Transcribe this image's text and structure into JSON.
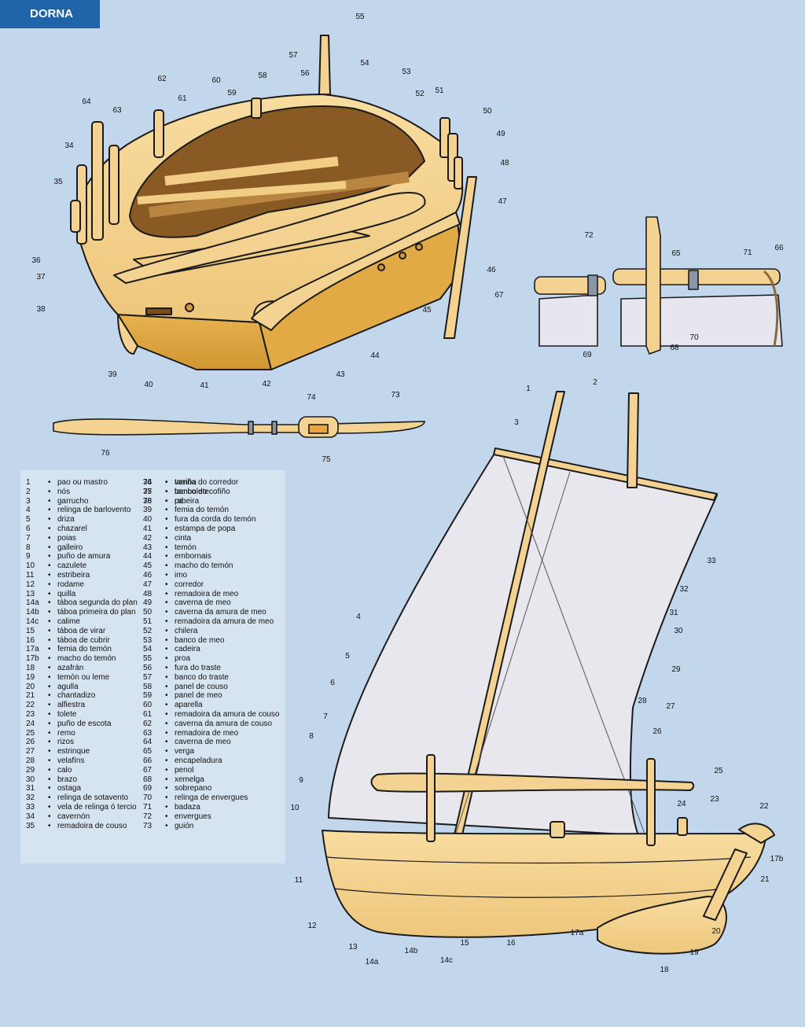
{
  "title": "DORNA",
  "legend": [
    [
      "1",
      "pao ou mastro"
    ],
    [
      "2",
      "nós"
    ],
    [
      "3",
      "garrucho"
    ],
    [
      "4",
      "relinga de barlovento"
    ],
    [
      "5",
      "driza"
    ],
    [
      "6",
      "chazarel"
    ],
    [
      "7",
      "poias"
    ],
    [
      "8",
      "galleiro"
    ],
    [
      "9",
      "puño de amura"
    ],
    [
      "10",
      "cazulete"
    ],
    [
      "11",
      "estribeira"
    ],
    [
      "12",
      "rodame"
    ],
    [
      "13",
      "quilla"
    ],
    [
      "14a",
      "táboa segunda do plan"
    ],
    [
      "14b",
      "táboa primeira do plan"
    ],
    [
      "14c",
      "calime"
    ],
    [
      "15",
      "táboa de virar"
    ],
    [
      "16",
      "táboa de cubrir"
    ],
    [
      "17a",
      "femia do temón"
    ],
    [
      "17b",
      "macho do temón"
    ],
    [
      "18",
      "azafrán"
    ],
    [
      "19",
      "temón ou leme"
    ],
    [
      "20",
      "agulla"
    ],
    [
      "21",
      "chantadizo"
    ],
    [
      "22",
      "alfiestra"
    ],
    [
      "23",
      "tolete"
    ],
    [
      "24",
      "puño de escota"
    ],
    [
      "25",
      "remo"
    ],
    [
      "26",
      "rizos"
    ],
    [
      "27",
      "estrinque"
    ],
    [
      "28",
      "velafíns"
    ],
    [
      "29",
      "calo"
    ],
    [
      "30",
      "brazo"
    ],
    [
      "31",
      "ostaga"
    ],
    [
      "32",
      "relinga de sotavento"
    ],
    [
      "33",
      "vela de relinga ó tercio"
    ],
    [
      "34",
      "cavernón"
    ],
    [
      "35",
      "remadoira de couso"
    ],
    [
      "36",
      "variña do corredor"
    ],
    [
      "37",
      "banco do cofiño"
    ],
    [
      "38",
      "rabeira"
    ],
    [
      "39",
      "femia do temón"
    ],
    [
      "40",
      "fura da corda do temón"
    ],
    [
      "41",
      "estampa de popa"
    ],
    [
      "42",
      "cinta"
    ],
    [
      "43",
      "temón"
    ],
    [
      "44",
      "embornais"
    ],
    [
      "45",
      "macho do temón"
    ],
    [
      "46",
      "imo"
    ],
    [
      "47",
      "corredor"
    ],
    [
      "48",
      "remadoira de meo"
    ],
    [
      "49",
      "caverna de meo"
    ],
    [
      "50",
      "caverna da amura de meo"
    ],
    [
      "51",
      "remadoira da amura de meo"
    ],
    [
      "52",
      "chilera"
    ],
    [
      "53",
      "banco de meo"
    ],
    [
      "54",
      "cadeira"
    ],
    [
      "55",
      "proa"
    ],
    [
      "56",
      "fura do traste"
    ],
    [
      "57",
      "banco do traste"
    ],
    [
      "58",
      "panel de couso"
    ],
    [
      "59",
      "panel de meo"
    ],
    [
      "60",
      "aparella"
    ],
    [
      "61",
      "remadoira da amura de couso"
    ],
    [
      "62",
      "caverna da amura de couso"
    ],
    [
      "63",
      "remadoira de meo"
    ],
    [
      "64",
      "caverna de meo"
    ],
    [
      "65",
      "verga"
    ],
    [
      "66",
      "encapeladura"
    ],
    [
      "67",
      "penol"
    ],
    [
      "68",
      "xemelga"
    ],
    [
      "69",
      "sobrepano"
    ],
    [
      "70",
      "relinga de envergues"
    ],
    [
      "71",
      "badaza"
    ],
    [
      "72",
      "envergues"
    ],
    [
      "73",
      "guión"
    ],
    [
      "74",
      "tamba"
    ],
    [
      "75",
      "tambolete"
    ],
    [
      "76",
      "pa"
    ]
  ],
  "callouts": [
    [
      "55",
      458,
      24
    ],
    [
      "57",
      373,
      73
    ],
    [
      "56",
      388,
      96
    ],
    [
      "54",
      464,
      83
    ],
    [
      "53",
      517,
      94
    ],
    [
      "58",
      334,
      99
    ],
    [
      "60",
      275,
      105
    ],
    [
      "59",
      295,
      121
    ],
    [
      "62",
      206,
      103
    ],
    [
      "61",
      232,
      128
    ],
    [
      "52",
      534,
      122
    ],
    [
      "51",
      559,
      118
    ],
    [
      "50",
      620,
      144
    ],
    [
      "64",
      110,
      132
    ],
    [
      "63",
      149,
      143
    ],
    [
      "49",
      637,
      173
    ],
    [
      "48",
      642,
      210
    ],
    [
      "34",
      88,
      188
    ],
    [
      "47",
      639,
      259
    ],
    [
      "35",
      74,
      234
    ],
    [
      "46",
      625,
      346
    ],
    [
      "36",
      46,
      334
    ],
    [
      "37",
      52,
      355
    ],
    [
      "45",
      543,
      397
    ],
    [
      "38",
      52,
      396
    ],
    [
      "44",
      477,
      455
    ],
    [
      "43",
      433,
      479
    ],
    [
      "39",
      143,
      479
    ],
    [
      "40",
      189,
      492
    ],
    [
      "41",
      260,
      493
    ],
    [
      "42",
      339,
      491
    ],
    [
      "72",
      749,
      302
    ],
    [
      "65",
      860,
      325
    ],
    [
      "71",
      951,
      324
    ],
    [
      "66",
      991,
      318
    ],
    [
      "67",
      635,
      378
    ],
    [
      "68",
      858,
      445
    ],
    [
      "70",
      883,
      432
    ],
    [
      "69",
      747,
      454
    ],
    [
      "74",
      396,
      508
    ],
    [
      "73",
      503,
      505
    ],
    [
      "76",
      134,
      579
    ],
    [
      "75",
      415,
      587
    ],
    [
      "1",
      672,
      497
    ],
    [
      "2",
      757,
      489
    ],
    [
      "3",
      657,
      540
    ],
    [
      "33",
      905,
      716
    ],
    [
      "32",
      870,
      752
    ],
    [
      "31",
      857,
      782
    ],
    [
      "4",
      456,
      787
    ],
    [
      "30",
      863,
      805
    ],
    [
      "5",
      442,
      837
    ],
    [
      "29",
      860,
      854
    ],
    [
      "6",
      423,
      871
    ],
    [
      "28",
      817,
      894
    ],
    [
      "27",
      853,
      901
    ],
    [
      "7",
      414,
      914
    ],
    [
      "26",
      836,
      933
    ],
    [
      "8",
      396,
      939
    ],
    [
      "25",
      914,
      983
    ],
    [
      "9",
      383,
      995
    ],
    [
      "24",
      867,
      1025
    ],
    [
      "23",
      909,
      1019
    ],
    [
      "22",
      972,
      1028
    ],
    [
      "10",
      375,
      1030
    ],
    [
      "17b",
      988,
      1095
    ],
    [
      "11",
      380,
      1122
    ],
    [
      "21",
      973,
      1121
    ],
    [
      "12",
      397,
      1180
    ],
    [
      "20",
      911,
      1187
    ],
    [
      "17a",
      734,
      1189
    ],
    [
      "13",
      449,
      1207
    ],
    [
      "16",
      650,
      1202
    ],
    [
      "15",
      591,
      1202
    ],
    [
      "19",
      883,
      1214
    ],
    [
      "14b",
      523,
      1212
    ],
    [
      "14c",
      568,
      1224
    ],
    [
      "14a",
      473,
      1226
    ],
    [
      "18",
      845,
      1236
    ]
  ]
}
